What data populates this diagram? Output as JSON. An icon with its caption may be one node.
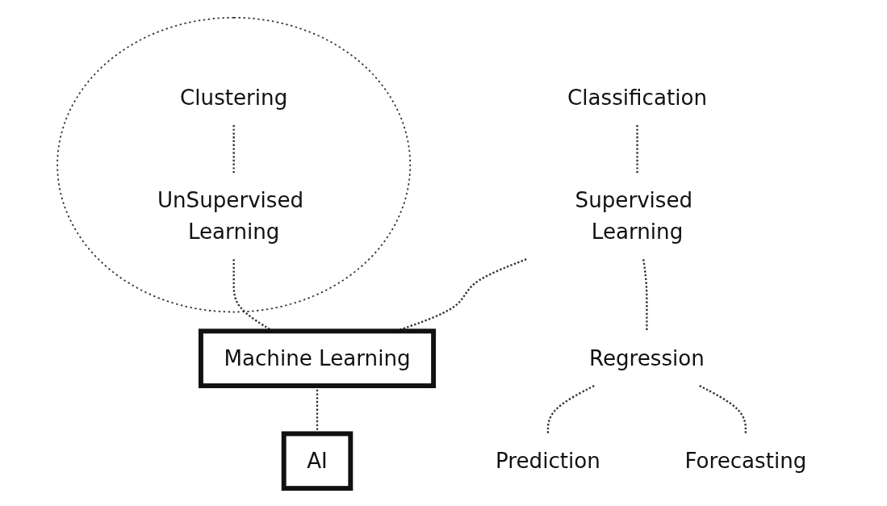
{
  "diagram": {
    "nodes": [
      {
        "text": [],
        "shape": "ellipse"
      },
      {
        "text": [
          "Clustering"
        ],
        "in": 0
      },
      {
        "text": [
          "Classification"
        ]
      },
      {
        "text": [
          "UnSupervised Learning"
        ],
        "in": 0
      },
      {
        "text": [
          "Supervised Learning"
        ]
      },
      {
        "text": [
          "Machine Learning"
        ]
      },
      {
        "text": [
          "Regression"
        ]
      },
      {
        "text": [
          "AI"
        ]
      },
      {
        "text": [
          "Prediction"
        ]
      },
      {
        "text": [
          "Forecasting"
        ]
      }
    ],
    "edges": [
      {
        "from": 2,
        "to": 4,
        "arrow": "none",
        "style": "dashed"
      },
      {
        "from": 1,
        "to": 3,
        "arrow": "none",
        "style": "dashed"
      },
      {
        "from": 4,
        "to": 5,
        "arrow": "none",
        "style": "dashed"
      },
      {
        "from": 3,
        "to": 5,
        "arrow": "none",
        "style": "dashed"
      },
      {
        "from": 4,
        "to": 6,
        "arrow": "none",
        "style": "dashed"
      },
      {
        "from": 6,
        "to": 8,
        "arrow": "none",
        "style": "dashed"
      },
      {
        "from": 6,
        "to": 9,
        "arrow": "none",
        "style": "dashed"
      },
      {
        "from": 5,
        "to": 7,
        "arrow": "none",
        "style": "dashed"
      }
    ]
  }
}
